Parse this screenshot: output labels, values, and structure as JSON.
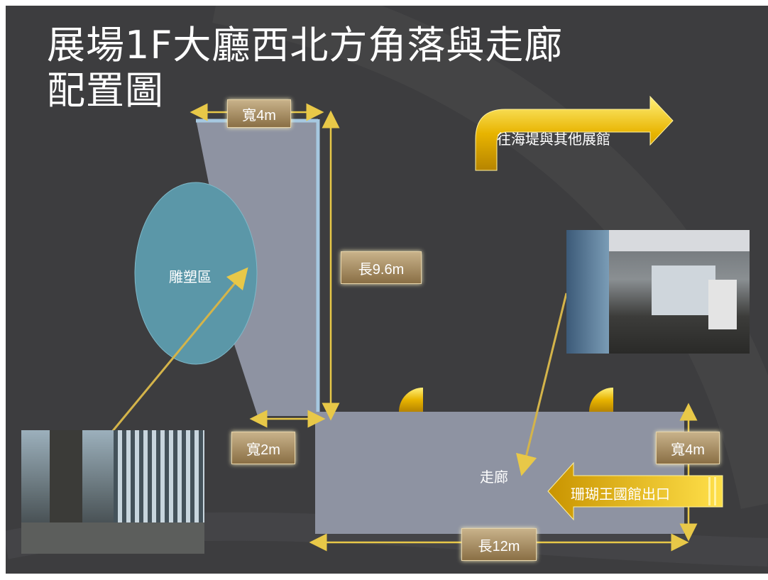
{
  "title": {
    "line1": "展場1F大廳西北方角落與走廊",
    "line2": "配置圖"
  },
  "labels": {
    "sculpture_area": "雕塑區",
    "corridor": "走廊"
  },
  "dimensions": {
    "top_width": "寬4m",
    "length_vertical": "長9.6m",
    "bottom_width": "寬2m",
    "corridor_width": "寬4m",
    "corridor_length": "長12m"
  },
  "arrows": {
    "to_seawall": "往海堤與其他展館",
    "coral_exit": "珊瑚王國館出口"
  },
  "colors": {
    "background": "#3d3d3f",
    "room": "#8e93a2",
    "ellipse": "#5b97a8",
    "gold": "#e8b400",
    "arrow_line": "#d4b44a"
  }
}
